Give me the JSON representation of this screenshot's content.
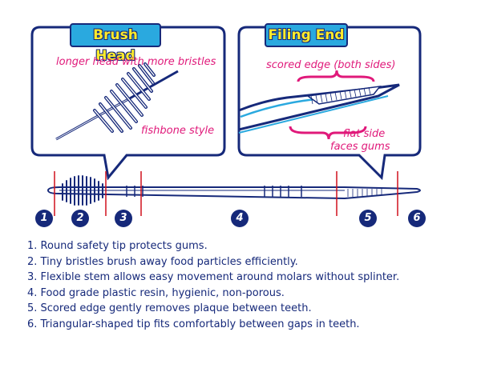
{
  "panels": {
    "brush_head": {
      "title": "Brush Head",
      "label_top": "longer head with more bristles",
      "label_bottom": "fishbone style"
    },
    "filing_end": {
      "title": "Filing End",
      "label_top": "scored edge (both sides)",
      "label_bottom_line1": "flat side",
      "label_bottom_line2": "faces gums"
    }
  },
  "markers": [
    "1",
    "2",
    "3",
    "4",
    "5",
    "6"
  ],
  "legend": [
    "1. Round safety tip protects gums.",
    "2. Tiny bristles brush away food particles efficiently.",
    "3. Flexible stem allows easy movement around molars without splinter.",
    "4. Food grade plastic resin, hygienic, non-porous.",
    "5. Scored edge gently removes plaque between teeth.",
    "6. Triangular-shaped tip fits comfortably between gaps in teeth."
  ],
  "colors": {
    "navy": "#16297a",
    "badge_blue": "#2aa9df",
    "badge_text": "#ffec2b",
    "accent_pink": "#e0197a",
    "divider_red": "#d0101c"
  }
}
